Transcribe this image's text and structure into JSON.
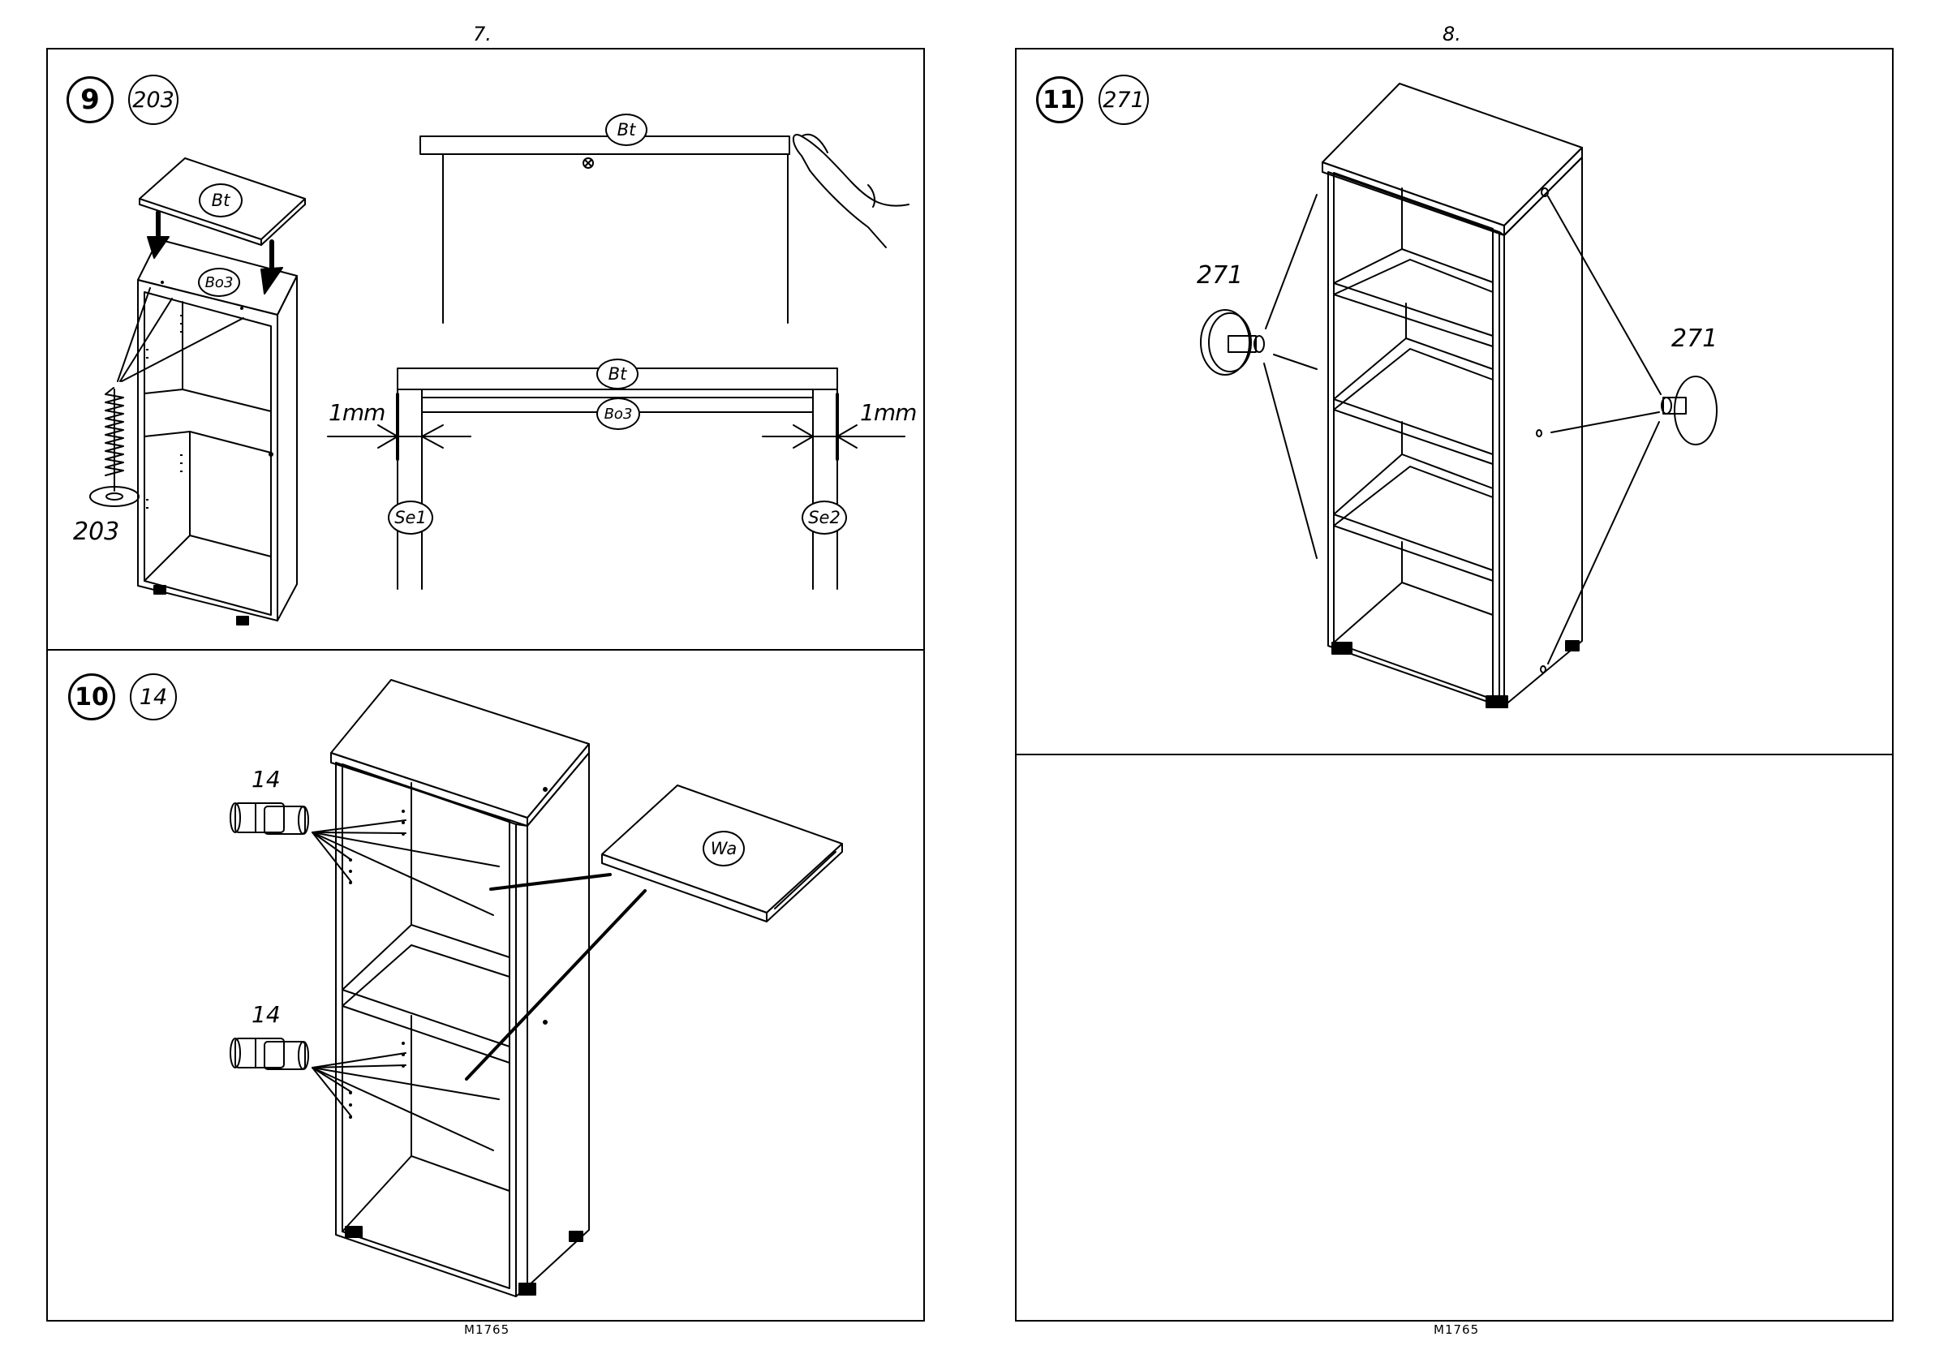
{
  "pages": {
    "left": {
      "number": "7.",
      "footer": "M1765"
    },
    "right": {
      "number": "8.",
      "footer": "M1765"
    }
  },
  "steps": [
    {
      "step": "9",
      "part": "203"
    },
    {
      "step": "10",
      "part": "14"
    },
    {
      "step": "11",
      "part": "271"
    }
  ],
  "step9": {
    "top_panel": "Bt",
    "shelf_board": "Bo3",
    "screw": "203",
    "gap_left": "1mm",
    "gap_right": "1mm",
    "side_left": "Se1",
    "side_right": "Se2"
  },
  "step10": {
    "dowel_upper": "14",
    "dowel_lower": "14",
    "shelf": "Wa"
  },
  "step11": {
    "glide_left": "271",
    "glide_right": "271"
  }
}
